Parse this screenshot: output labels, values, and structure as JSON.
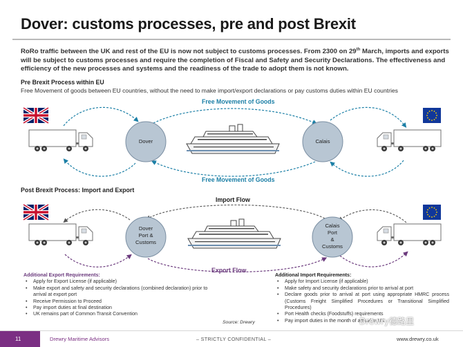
{
  "title": "Dover: customs processes, pre and post Brexit",
  "intro": {
    "part1": "RoRo traffic between the UK and rest of the EU is now not subject to customs processes.  From 2300 on 29",
    "sup": "th",
    "part2": " March, imports and exports will be subject to customs processes and require the completion of Fiscal and Safety and Security Declarations.  The effectiveness and efficiency of the new processes and systems and the readiness of the trade to adopt them is not known."
  },
  "pre": {
    "heading": "Pre Brexit Process within EU",
    "description": "Free Movement of goods between EU countries, without the need to make import/export declarations or pay customs duties within EU countries",
    "top_flow": "Free Movement of Goods",
    "bottom_flow": "Free Movement of Goods",
    "left_node": "Dover",
    "right_node": "Calais"
  },
  "post": {
    "heading": "Post Brexit Process: Import and Export",
    "import_flow": "Import Flow",
    "export_flow": "Export Flow",
    "left_node": [
      "Dover",
      "Port &",
      "Customs"
    ],
    "right_node": [
      "Calais",
      "Port",
      "&",
      "Customs"
    ]
  },
  "export_requirements": {
    "title": "Additional Export Requirements:",
    "items": [
      "Apply for Export License (if applicable)",
      "Make export and safety and security declarations (combined declaration) prior to arrival at export port",
      "Receive Permission to Proceed",
      "Pay import duties at final destination",
      "UK remains part of Common Transit Convention"
    ]
  },
  "import_requirements": {
    "title": "Additional Import Requirements:",
    "items": [
      "Apply for Import License (if applicable)",
      "Make safety and security declarations prior to arrival at port",
      "Declare goods prior to arrival at port using appropriate HMRC process (Customs Freight Simplified Procedures or Transitional Simplified Procedures)",
      "Port Health checks (Foodstuffs) requirements",
      "Pay import duties in the month of arrival in UK"
    ]
  },
  "source": "Source: Drewry",
  "footer": {
    "page": "11",
    "company": "Drewry Maritime Advisors",
    "confidential": "– STRICTLY CONFIDENTIAL –",
    "url": "www.drewry.co.uk"
  },
  "watermark": "Drewry德路里",
  "colors": {
    "flow_blue": "#1b7fa6",
    "flow_purple": "#6b3a7d",
    "node_fill": "#b8c6d3",
    "footer_purple": "#7b2f83"
  }
}
